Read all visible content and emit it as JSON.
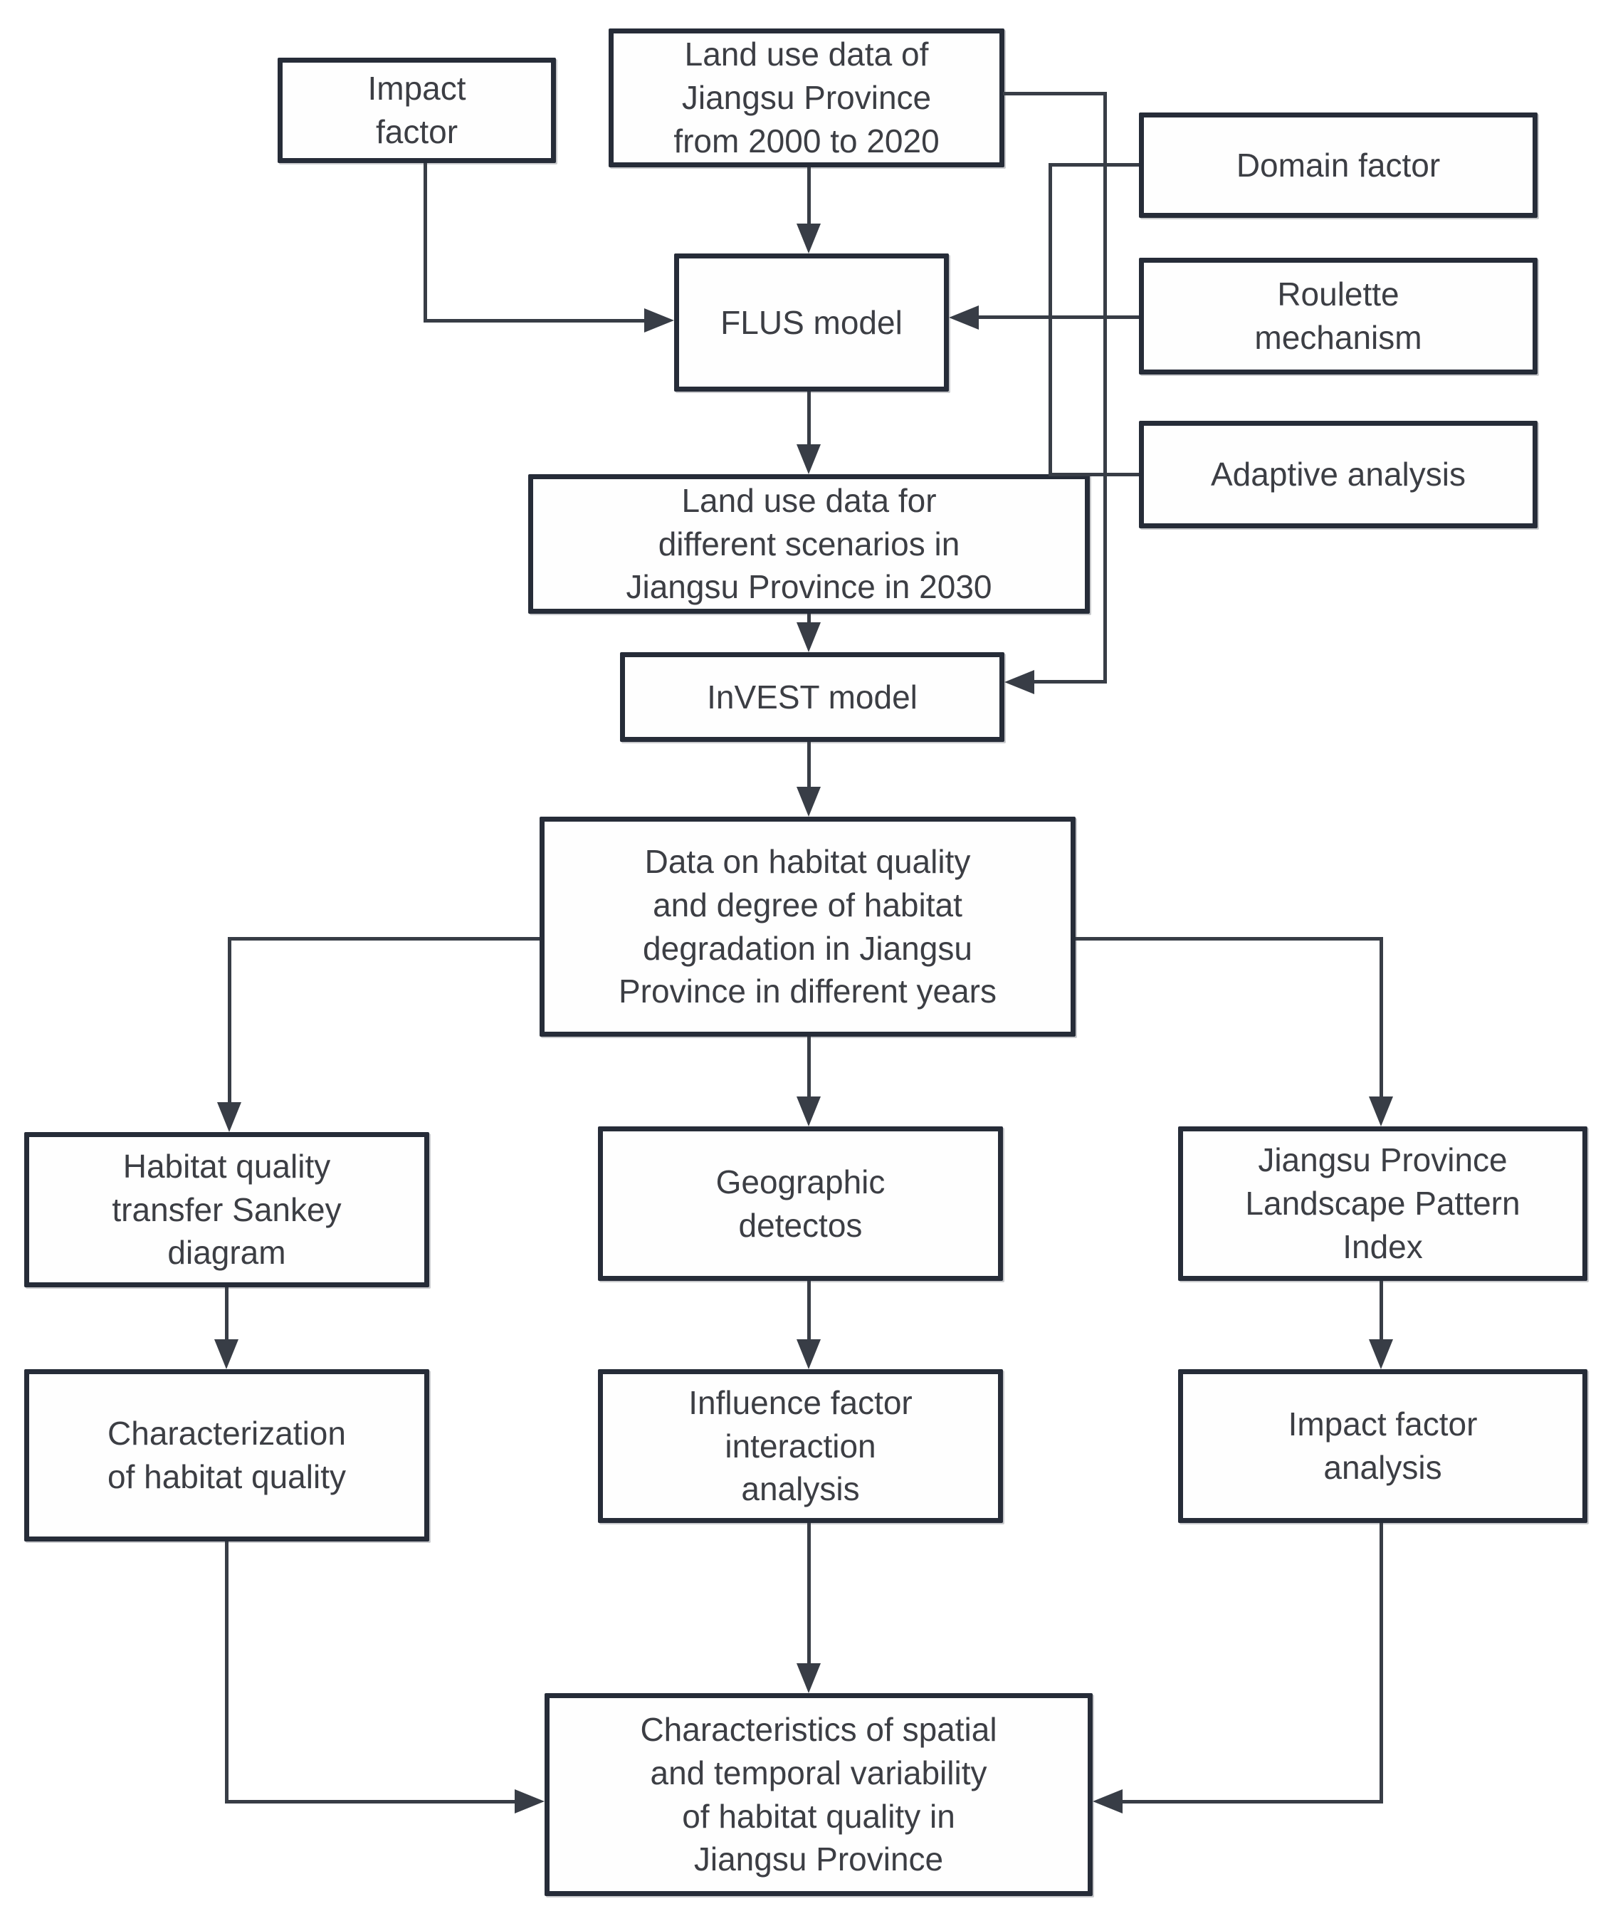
{
  "diagram": {
    "type": "flowchart",
    "colors": {
      "background": "#ffffff",
      "box_border": "#262c38",
      "box_fill": "#fefefe",
      "connector_line": "#383d46",
      "text": "#3c3e44"
    },
    "nodes": {
      "impact_factor": {
        "label": "Impact\nfactor"
      },
      "land_use_2000_2020": {
        "label": "Land use data of\nJiangsu Province\nfrom 2000 to 2020"
      },
      "domain_factor": {
        "label": "Domain factor"
      },
      "roulette_mechanism": {
        "label": "Roulette\nmechanism"
      },
      "adaptive_analysis": {
        "label": "Adaptive analysis"
      },
      "flus_model": {
        "label": "FLUS model"
      },
      "scenarios_2030": {
        "label": "Land use data for\ndifferent scenarios in\nJiangsu Province in 2030"
      },
      "invest_model": {
        "label": "InVEST model"
      },
      "habitat_data": {
        "label": "Data on habitat quality\nand degree of habitat\ndegradation in Jiangsu\nProvince in different years"
      },
      "sankey_diagram": {
        "label": "Habitat quality\ntransfer Sankey\ndiagram"
      },
      "characterization": {
        "label": "Characterization\nof habitat quality"
      },
      "geographic_detector": {
        "label": "Geographic\ndetectos"
      },
      "influence_interaction": {
        "label": "Influence factor\ninteraction\nanalysis"
      },
      "landscape_index": {
        "label": "Jiangsu Province\nLandscape Pattern\nIndex"
      },
      "impact_factor_analysis": {
        "label": "Impact factor\nanalysis"
      },
      "spatiotemporal_characteristics": {
        "label": "Characteristics of spatial\nand temporal variability\nof habitat quality in\nJiangsu Province"
      }
    },
    "edges": [
      {
        "from": "land_use_2000_2020",
        "to": "flus_model"
      },
      {
        "from": "impact_factor",
        "to": "flus_model"
      },
      {
        "from": "domain_factor",
        "to": "flus_model"
      },
      {
        "from": "roulette_mechanism",
        "to": "flus_model"
      },
      {
        "from": "adaptive_analysis",
        "to": "flus_model"
      },
      {
        "from": "land_use_2000_2020",
        "to": "invest_model"
      },
      {
        "from": "flus_model",
        "to": "scenarios_2030"
      },
      {
        "from": "scenarios_2030",
        "to": "invest_model"
      },
      {
        "from": "invest_model",
        "to": "habitat_data"
      },
      {
        "from": "habitat_data",
        "to": "sankey_diagram"
      },
      {
        "from": "habitat_data",
        "to": "geographic_detector"
      },
      {
        "from": "habitat_data",
        "to": "landscape_index"
      },
      {
        "from": "sankey_diagram",
        "to": "characterization"
      },
      {
        "from": "geographic_detector",
        "to": "influence_interaction"
      },
      {
        "from": "landscape_index",
        "to": "impact_factor_analysis"
      },
      {
        "from": "characterization",
        "to": "spatiotemporal_characteristics"
      },
      {
        "from": "influence_interaction",
        "to": "spatiotemporal_characteristics"
      },
      {
        "from": "impact_factor_analysis",
        "to": "spatiotemporal_characteristics"
      }
    ]
  }
}
